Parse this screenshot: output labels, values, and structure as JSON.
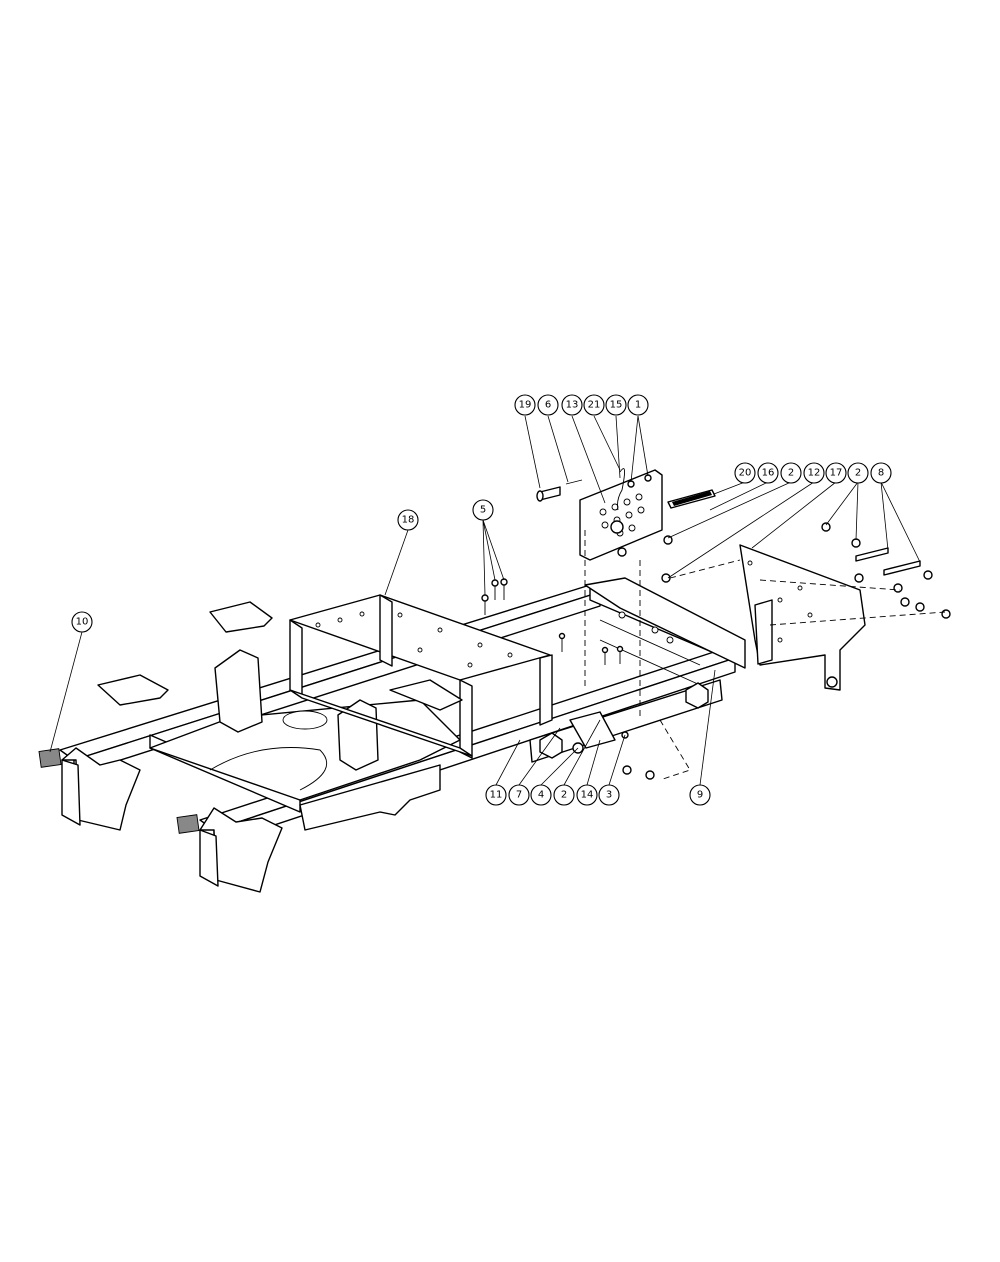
{
  "callouts": [
    {
      "id": "c19",
      "label": "19"
    },
    {
      "id": "c6",
      "label": "6"
    },
    {
      "id": "c13",
      "label": "13"
    },
    {
      "id": "c21",
      "label": "21"
    },
    {
      "id": "c15",
      "label": "15"
    },
    {
      "id": "c1",
      "label": "1"
    },
    {
      "id": "c20",
      "label": "20"
    },
    {
      "id": "c16a",
      "label": "16"
    },
    {
      "id": "c2a",
      "label": "2"
    },
    {
      "id": "c12",
      "label": "12"
    },
    {
      "id": "c17",
      "label": "17"
    },
    {
      "id": "c2b",
      "label": "2"
    },
    {
      "id": "c8",
      "label": "8"
    },
    {
      "id": "c18",
      "label": "18"
    },
    {
      "id": "c5",
      "label": "5"
    },
    {
      "id": "c10",
      "label": "10"
    },
    {
      "id": "c11",
      "label": "11"
    },
    {
      "id": "c7",
      "label": "7"
    },
    {
      "id": "c4",
      "label": "4"
    },
    {
      "id": "c2c",
      "label": "2"
    },
    {
      "id": "c14",
      "label": "14"
    },
    {
      "id": "c3",
      "label": "3"
    },
    {
      "id": "c9",
      "label": "9"
    }
  ]
}
